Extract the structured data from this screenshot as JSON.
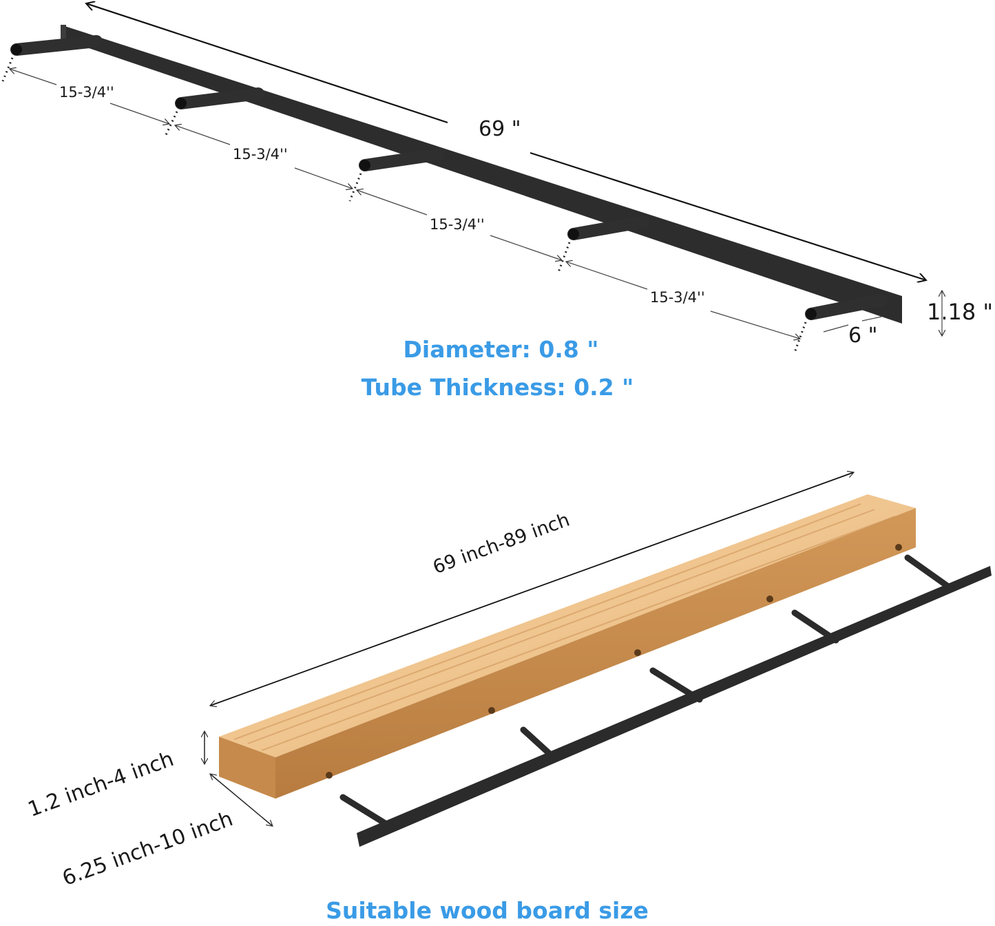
{
  "colors": {
    "accent_blue": "#3a9be6",
    "bracket": "#2b2b2b",
    "wood": "#d9a46a",
    "text": "#1a1a1a"
  },
  "top_diagram": {
    "total_length_label": "69 \"",
    "spacing_labels": [
      "15-3/4''",
      "15-3/4''",
      "15-3/4''",
      "15-3/4''"
    ],
    "rod_length_label": "6 \"",
    "bar_height_label": "1.18 \"",
    "specs": {
      "diameter": "Diameter: 0.8 \"",
      "tube_thickness": "Tube Thickness: 0.2 \""
    }
  },
  "bottom_diagram": {
    "length_label": "69 inch-89 inch",
    "thickness_label": "1.2 inch-4 inch",
    "depth_label": "6.25 inch-10 inch",
    "caption": "Suitable wood board size"
  }
}
